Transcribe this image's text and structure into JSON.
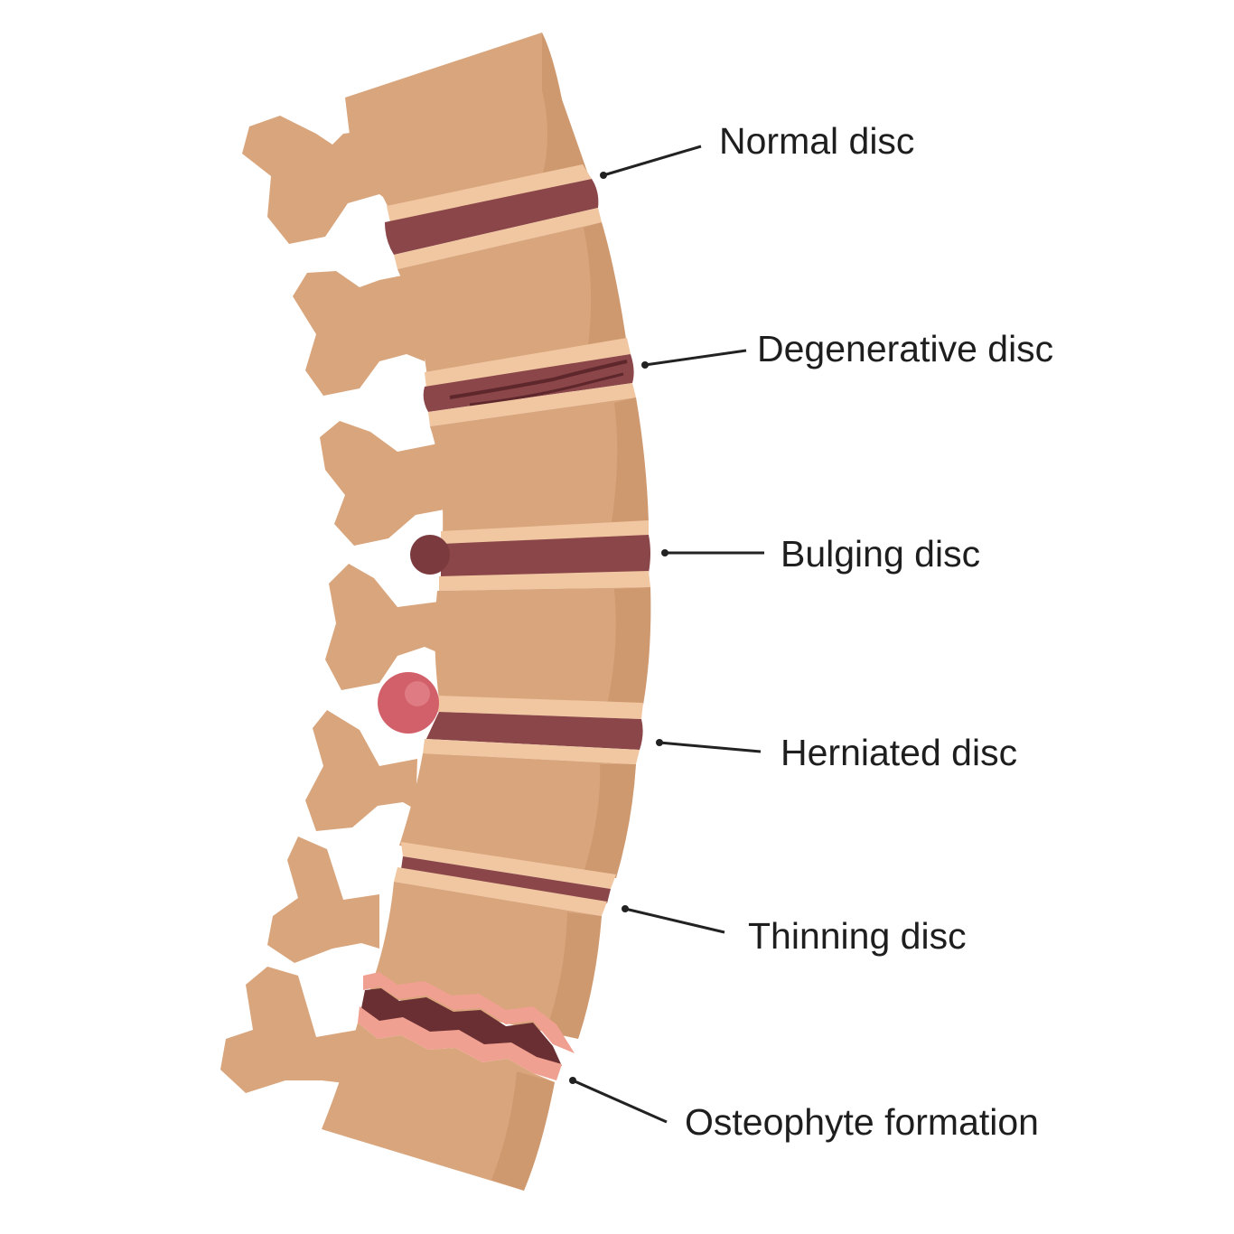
{
  "labels": {
    "normal": "Normal disc",
    "degenerative": "Degenerative disc",
    "bulging": "Bulging disc",
    "herniated": "Herniated disc",
    "thinning": "Thinning disc",
    "osteophyte": "Osteophyte formation"
  },
  "colors": {
    "bone": "#D9A57C",
    "bone_shadow": "#C78F66",
    "bone_light": "#E6BE97",
    "endplate": "#F1C7A2",
    "disc": "#8A4648",
    "disc_dark": "#6A2F33",
    "hernia": "#D2606A",
    "osteophyte": "#F0A090",
    "leader": "#222222"
  }
}
